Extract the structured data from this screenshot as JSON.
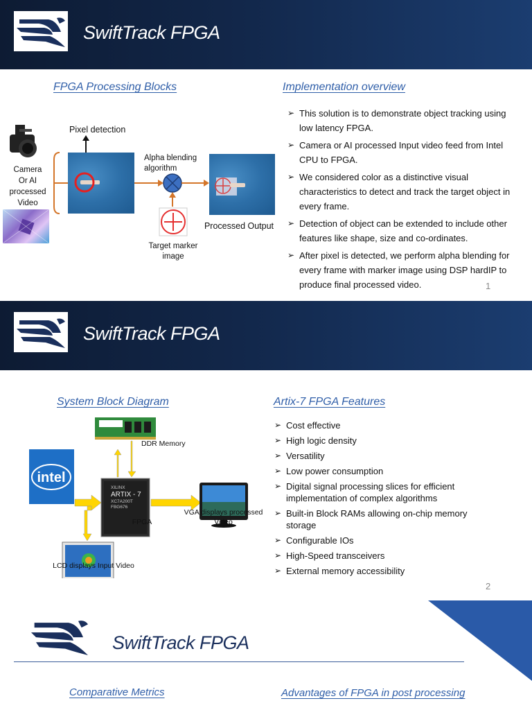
{
  "brand": {
    "title": "SwiftTrack FPGA",
    "colors": {
      "header_dark": "#0d1b33",
      "header_light": "#1b3d70",
      "accent": "#2f5ea8",
      "arrow_orange": "#d4762a",
      "arrow_yellow": "#ffd500"
    }
  },
  "slide1": {
    "left_title": "FPGA Processing Blocks",
    "right_title": "Implementation overview",
    "labels": {
      "pixel_detection": "Pixel detection",
      "camera": "Camera",
      "or_ai": "Or AI",
      "processed": "processed",
      "video": "Video",
      "alpha_1": "Alpha blending",
      "alpha_2": "algorithm",
      "processed_output": "Processed Output",
      "target_1": "Target marker",
      "target_2": "image"
    },
    "bullets": [
      "This solution is to demonstrate object tracking using low latency FPGA.",
      "Camera or AI processed Input video feed from Intel CPU to FPGA.",
      "We considered color as a distinctive visual characteristics to detect and track the target object in every frame.",
      "Detection of object can be extended to include other features like shape, size and co-ordinates.",
      "After pixel is detected, we perform alpha blending for every frame with marker image using DSP hardIP to produce final processed video."
    ],
    "page_number": "1"
  },
  "slide2": {
    "left_title": "System Block Diagram",
    "right_title": "Artix-7 FPGA Features",
    "labels": {
      "ddr": "DDR Memory",
      "intel": "intel",
      "chip_line1": "XILINX",
      "chip_line2": "ARTIX - 7",
      "chip_line3": "XC7A200T",
      "chip_line4": "FBG676",
      "fpga": "FPGA",
      "vga_1": "VGA displays processed",
      "vga_2": "Video",
      "lcd": "LCD displays Input Video"
    },
    "bullets": [
      "Cost effective",
      "High logic density",
      "Versatility",
      "Low power consumption",
      "Digital signal processing slices for efficient implementation of complex algorithms",
      "Built-in Block RAMs allowing on-chip memory storage",
      "Configurable IOs",
      "High-Speed transceivers",
      "External memory accessibility"
    ],
    "page_number": "2"
  },
  "slide3": {
    "left_title": "Comparative Metrics",
    "right_title": "Advantages of FPGA in post processing"
  }
}
